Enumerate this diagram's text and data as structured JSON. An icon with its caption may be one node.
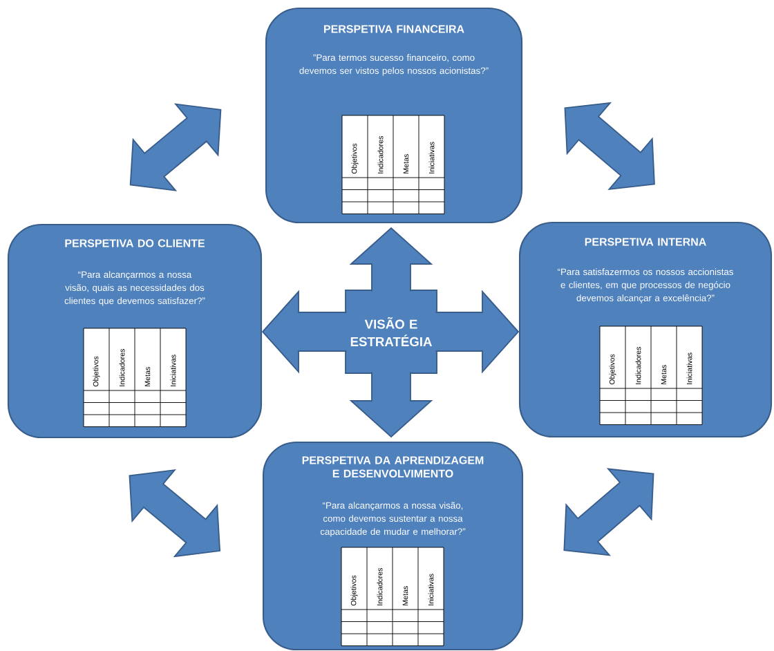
{
  "diagram": {
    "nodes": [
      {
        "text": [
          "PERSPETIVA FINANCEIRA",
          "”Para termos sucesso financeiro, como devemos ser vistos pelos nossos acionistas?”",
          "Objetivos",
          "Indicadores",
          "Metas",
          "Iniciativas"
        ]
      },
      {
        "text": [
          "PERSPETIVA DO CLIENTE",
          "“Para alcançarmos a nossa visão, quais as necessidades dos clientes que devemos satisfazer?”",
          "Objetivos",
          "Indicadores",
          "Metas",
          "Iniciativas"
        ]
      },
      {
        "text": [
          "PERSPETIVA INTERNA",
          "“Para satisfazermos os nossos accionistas e clientes, em que processos de negócio devemos alcançar a excelência?”",
          "Objetivos",
          "Indicadores",
          "Metas",
          "Iniciativas"
        ]
      },
      {
        "text": [
          "PERSPETIVA DA APRENDIZAGEM E DESENVOLVIMENTO",
          "“Para alcançarmos a nossa visão, como devemos sustentar a nossa capacidade de mudar e melhorar?”",
          "Objetivos",
          "Indicadores",
          "Metas",
          "Iniciativas"
        ]
      },
      {
        "text": [
          "VISÃO E ESTRATÉGIA"
        ]
      }
    ],
    "edges": [
      {
        "from": 1,
        "to": 0,
        "arrow": "both"
      },
      {
        "from": 0,
        "to": 2,
        "arrow": "both"
      },
      {
        "from": 1,
        "to": 3,
        "arrow": "both"
      },
      {
        "from": 2,
        "to": 3,
        "arrow": "both"
      },
      {
        "from": 4,
        "to": 0,
        "arrow": "to"
      },
      {
        "from": 4,
        "to": 1,
        "arrow": "to"
      },
      {
        "from": 4,
        "to": 2,
        "arrow": "to"
      },
      {
        "from": 4,
        "to": 3,
        "arrow": "to"
      }
    ]
  }
}
